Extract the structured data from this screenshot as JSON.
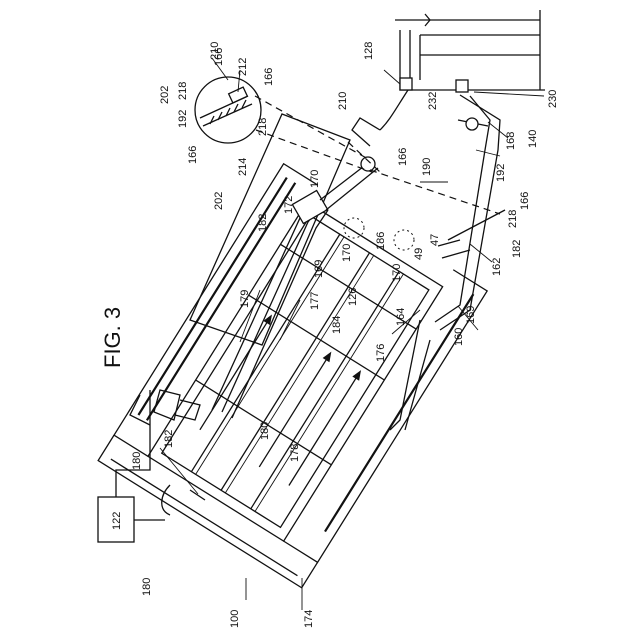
{
  "figure": {
    "title": "FIG. 3",
    "labels": [
      "100",
      "122",
      "126",
      "128",
      "140",
      "160",
      "162",
      "164",
      "166",
      "168",
      "169",
      "170",
      "172",
      "174",
      "176",
      "177",
      "178",
      "179",
      "180",
      "182",
      "184",
      "186",
      "190",
      "192",
      "202",
      "210",
      "212",
      "214",
      "218",
      "230",
      "232",
      "47",
      "49"
    ]
  },
  "colors": {
    "ink": "#111111",
    "paper": "#ffffff"
  }
}
